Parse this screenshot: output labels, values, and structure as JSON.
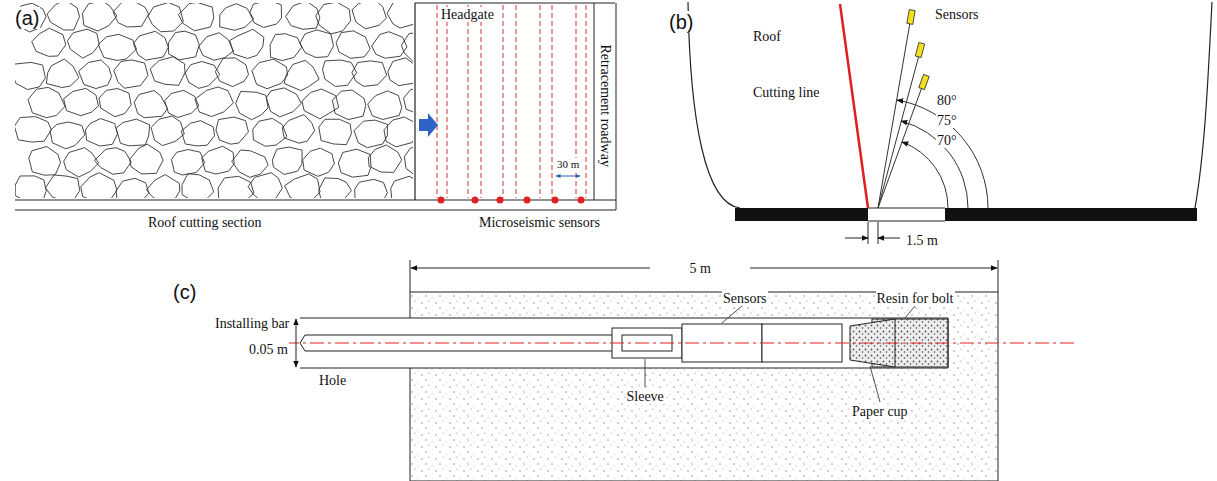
{
  "diagram": {
    "labels": [
      "(a)",
      "Headgate",
      "Retracement roadway",
      "30 m",
      "Roof cutting section",
      "Microseismic sensors",
      "(b)",
      "Roof",
      "Sensors",
      "Cutting line",
      "80°",
      "75°",
      "70°",
      "1.5 m",
      "(c)",
      "5 m",
      "Installing bar",
      "0.05 m",
      "Hole",
      "Sleeve",
      "Sensors",
      "Resin for bolt",
      "Paper cup"
    ]
  }
}
